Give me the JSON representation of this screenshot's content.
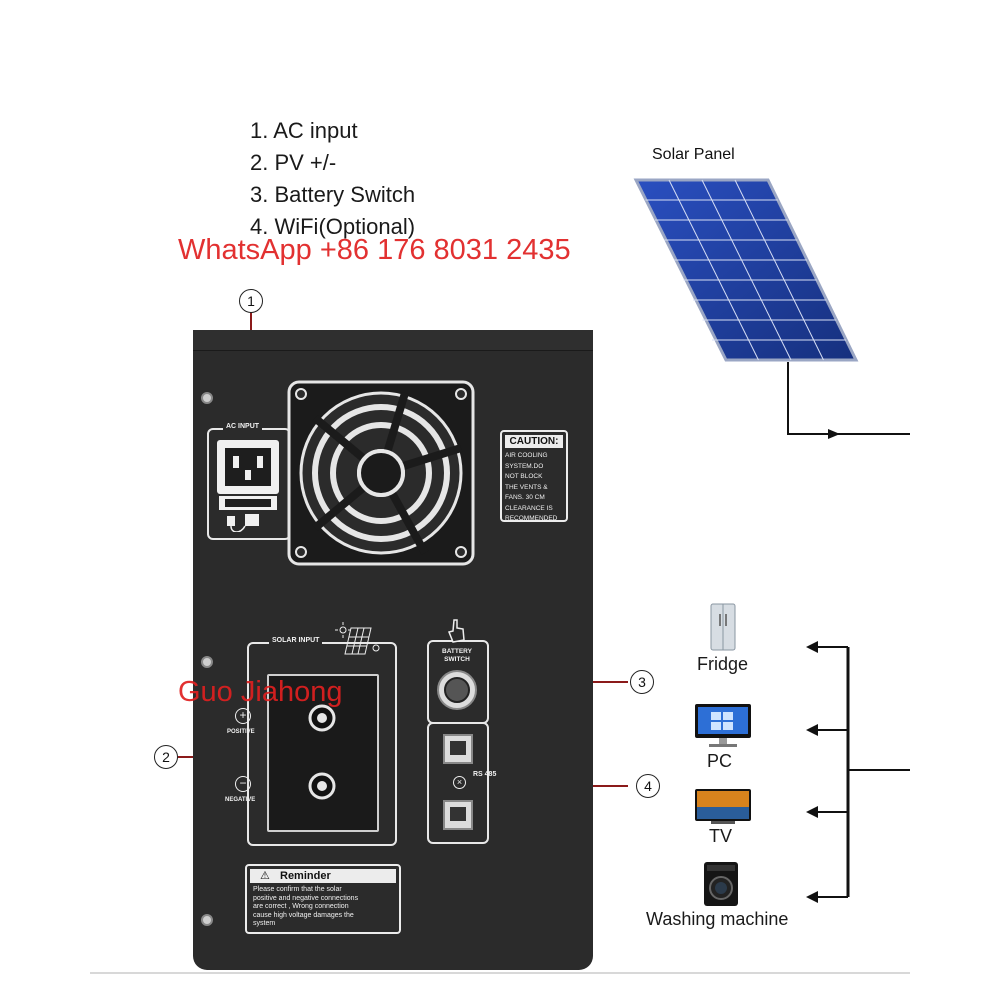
{
  "legend": {
    "items": [
      "1.  AC input",
      "2.  PV +/-",
      "3.  Battery Switch",
      "4.  WiFi(Optional)"
    ]
  },
  "watermarks": {
    "phone": "WhatsApp +86 176 8031 2435",
    "name": "Guo Jiahong"
  },
  "solar_panel": {
    "label": "Solar Panel"
  },
  "callouts": [
    "1",
    "2",
    "3",
    "4"
  ],
  "inverter": {
    "ac_input_label": "AC INPUT",
    "caution_title": "CAUTION:",
    "caution_lines": [
      "AIR COOLING",
      "SYSTEM.DO",
      "NOT BLOCK",
      "THE VENTS &",
      "FANS. 30 CM",
      "CLEARANCE IS",
      "RECOMMENDED"
    ],
    "solar_input_label": "SOLAR INPUT",
    "positive_label": "POSITIVE",
    "negative_label": "NEGATIVE",
    "battery_switch_label": [
      "BATTERY",
      "SWITCH"
    ],
    "rs485_label": "RS 485",
    "reminder_title": "Reminder",
    "reminder_lines": [
      "Please confirm that the solar",
      "positive and negative connections",
      "are correct , Wrong connection",
      "cause high voltage damages the",
      "system"
    ]
  },
  "appliances": [
    "Fridge",
    "PC",
    "TV",
    "Washing machine"
  ],
  "colors": {
    "accent_red": "#8b1a1a",
    "watermark": "#e02020",
    "panel": "#2b2b2b",
    "solar_blue": "#1f3a9c"
  }
}
